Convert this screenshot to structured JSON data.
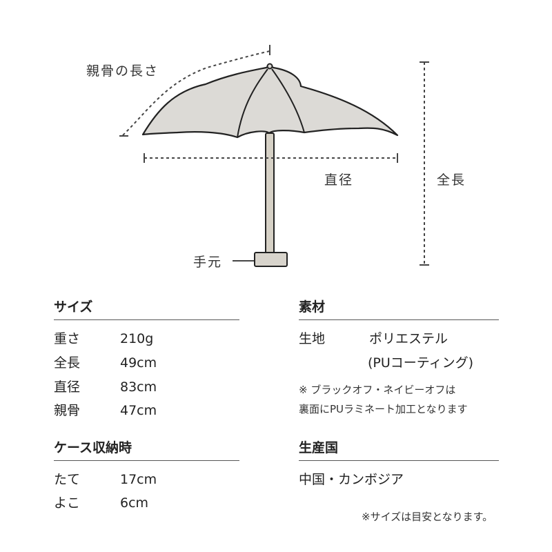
{
  "diagram": {
    "labels": {
      "rib_length": "親骨の長さ",
      "diameter": "直径",
      "total_length": "全長",
      "handle": "手元"
    },
    "colors": {
      "canopy_fill": "#dcdad6",
      "outline": "#222222",
      "handle_fill": "#d8d4cc",
      "shaft_fill": "#d6d1c6"
    }
  },
  "spec": {
    "size": {
      "title": "サイズ",
      "rows": [
        {
          "label": "重さ",
          "value": "210g"
        },
        {
          "label": "全長",
          "value": "49cm"
        },
        {
          "label": "直径",
          "value": "83cm"
        },
        {
          "label": "親骨",
          "value": "47cm"
        }
      ]
    },
    "case": {
      "title": "ケース収納時",
      "rows": [
        {
          "label": "たて",
          "value": "17cm"
        },
        {
          "label": "よこ",
          "value": "6cm"
        }
      ]
    },
    "material": {
      "title": "素材",
      "fabric_label": "生地",
      "fabric_value": "ポリエステル",
      "fabric_value_sub": "(PUコーティング)",
      "note_line1": "※ ブラックオフ・ネイビーオフは",
      "note_line2": "裏面にPUラミネート加工となります"
    },
    "origin": {
      "title": "生産国",
      "value": "中国・カンボジア"
    },
    "footnote": "※サイズは目安となります。"
  }
}
